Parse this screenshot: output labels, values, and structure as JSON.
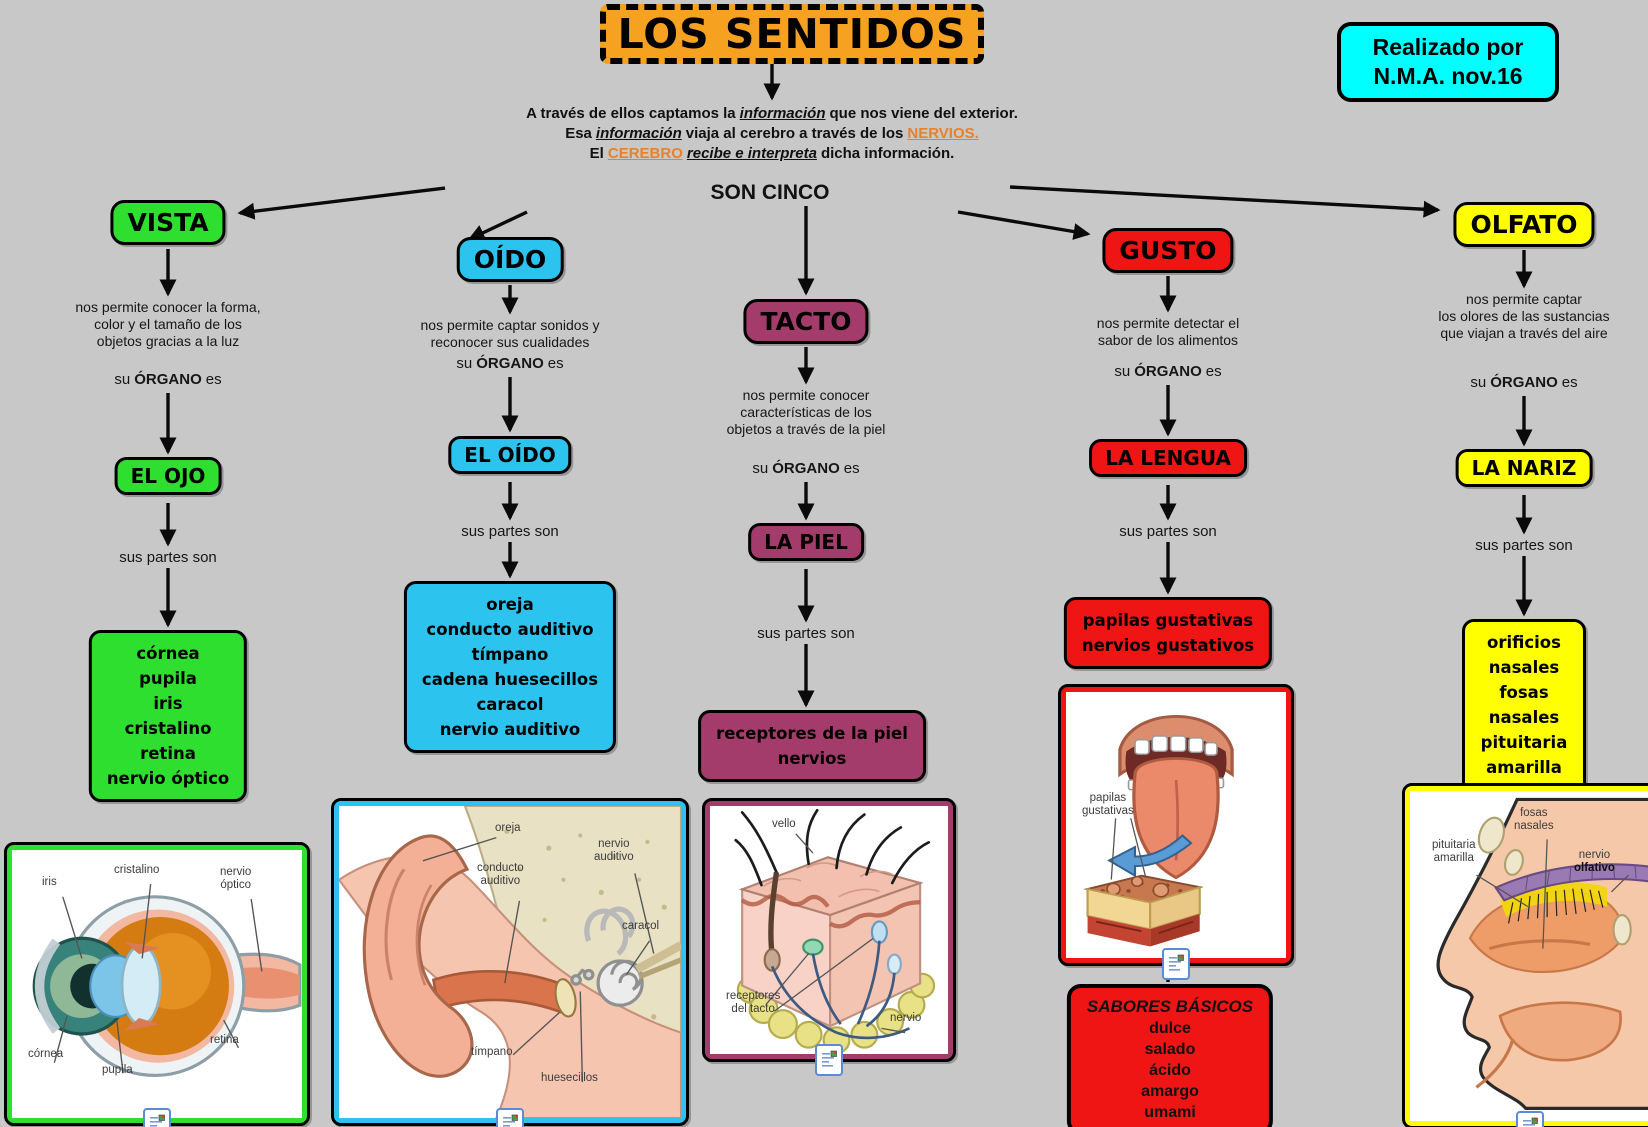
{
  "title": "LOS SENTIDOS",
  "credit": {
    "line1": "Realizado por",
    "line2": "N.M.A. nov.16"
  },
  "intro": {
    "l1a": "A través de ellos captamos la",
    "l1b": "información",
    "l1c": "que nos viene del exterior.",
    "l2a": "Esa",
    "l2b": "información",
    "l2c": "viaja al cerebro a través de los",
    "l2d": "NERVIOS.",
    "l3a": "El",
    "l3b": "CEREBRO",
    "l3c": "recibe e interpreta",
    "l3d": "dicha información."
  },
  "son_cinco": "SON CINCO",
  "organ_connector": {
    "prefix": "su",
    "word": "ÓRGANO",
    "suffix": "es"
  },
  "parts_connector": "sus partes son",
  "branches": [
    {
      "label": "VISTA",
      "color": "#2fdf2f",
      "description": "nos permite conocer la forma,\ncolor y el tamaño de los\nobjetos gracias a la luz",
      "organ": "EL OJO",
      "parts": "córnea\npupila\niris\ncristalino\nretina\nnervio óptico"
    },
    {
      "label": "OÍDO",
      "color": "#2cc4ee",
      "description": "nos permite captar sonidos y\nreconocer sus cualidades",
      "organ": "EL OÍDO",
      "parts": "oreja\nconducto auditivo\ntímpano\ncadena huesecillos\ncaracol\nnervio auditivo"
    },
    {
      "label": "TACTO",
      "color": "#a33c6b",
      "description": "nos permite conocer\ncaracterísticas de los\nobjetos a través de la piel",
      "organ": "LA PIEL",
      "parts": "receptores de la piel\nnervios"
    },
    {
      "label": "GUSTO",
      "color": "#ef1515",
      "description": "nos permite detectar el\nsabor de los alimentos",
      "organ": "LA LENGUA",
      "parts": "papilas gustativas\nnervios gustativos"
    },
    {
      "label": "OLFATO",
      "color": "#ffff00",
      "description": "nos permite captar\nlos olores de las sustancias\nque viajan a través del aire",
      "organ": "LA NARIZ",
      "parts": "orificios nasales\nfosas nasales\npituitaria amarilla\nnervio olfativo"
    }
  ],
  "flavors": {
    "title": "SABORES BÁSICOS",
    "items": "dulce\nsalado\nácido\namargo\numami"
  },
  "images": {
    "eye": {
      "iris": "iris",
      "cristalino": "cristalino",
      "nervio_optico": "nervio\nóptico",
      "cornea": "córnea",
      "pupila": "pupila",
      "retina": "retina"
    },
    "ear": {
      "oreja": "oreja",
      "conducto": "conducto\nauditivo",
      "nervio": "nervio\nauditivo",
      "caracol": "caracol",
      "timpano": "tímpano",
      "huesecillos": "huesecillos"
    },
    "skin": {
      "vello": "vello",
      "receptores": "receptores\ndel tacto",
      "nervio": "nervio"
    },
    "tongue": {
      "papilas": "papilas\ngustativas"
    },
    "nose": {
      "fosas": "fosas\nnasales",
      "pituitaria": "pituitaria\namarilla",
      "nervio_a": "nervio",
      "nervio_b": "olfativo"
    }
  },
  "colors": {
    "title_bg": "#f6a11f",
    "credit_bg": "#00ffff",
    "accent_text": "#e8822a",
    "background": "#c8c8c8"
  }
}
